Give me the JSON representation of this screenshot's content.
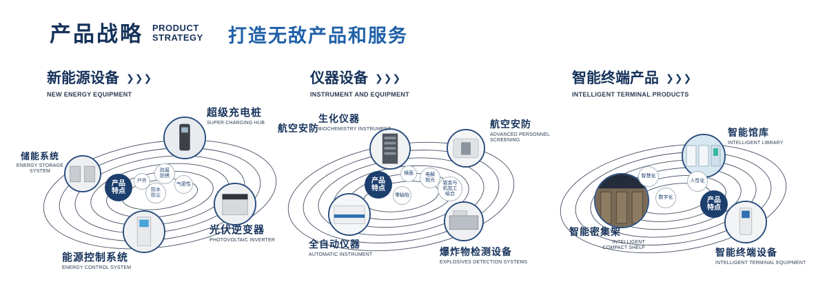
{
  "header": {
    "title": "产品战略",
    "subtitle_lines": [
      "PRODUCT",
      "STRATEGY"
    ],
    "tagline": "打造无敌产品和服务"
  },
  "icons": {
    "chevrons": "❯❯❯"
  },
  "colors": {
    "navy": "#16325a",
    "blue": "#2060a8"
  },
  "sections": [
    {
      "title": "新能源设备",
      "subtitle": "NEW ENERGY EQUIPMENT",
      "center_badge": "产品特点",
      "features": [
        "户外",
        "防腐防锈",
        "气密性",
        "防水防尘"
      ],
      "products": [
        {
          "name": "储能系统",
          "en": "ENERGY STORAGE SYSTEM"
        },
        {
          "name": "超级充电桩",
          "en": "SUPER CHARGING HUB"
        },
        {
          "name": "光伏逆变器",
          "en": "PHOTOVOLTAIC INVERTER"
        },
        {
          "name": "能源控制系统",
          "en": "ENERGY CONTROL SYSTEM"
        }
      ]
    },
    {
      "title": "仪器设备",
      "subtitle": "INSTRUMENT AND EQUIPMENT",
      "center_badge": "产品特点",
      "extra_label": "航空安防",
      "features": [
        "镜面",
        "电解抛光",
        "零缺陷",
        "钣金与机加工结合"
      ],
      "products": [
        {
          "name": "生化仪器",
          "en": "BIOCHEMISTRY INSTRUMENT"
        },
        {
          "name": "航空安防",
          "en": "ADVANCED PERSONNEL SCREENING"
        },
        {
          "name": "全自动仪器",
          "en": "AUTOMATIC INSTRUMENT"
        },
        {
          "name": "爆炸物检测设备",
          "en": "EXPLOSIVES DETECTION SYSTEMS"
        }
      ]
    },
    {
      "title": "智能终端产品",
      "subtitle": "INTELLIGENT TERMINAL PRODUCTS",
      "center_badge": "产品特点",
      "features": [
        "智慧化",
        "人性化",
        "数字化"
      ],
      "products": [
        {
          "name": "智能馆库",
          "en": "INTELLIGENT LIBRARY"
        },
        {
          "name": "智能密集架",
          "en": "INTELLIGENT COMPACT SHELF"
        },
        {
          "name": "智能终端设备",
          "en": "INTELLIGENT TERMINAL EQUIPMENT"
        }
      ]
    }
  ]
}
